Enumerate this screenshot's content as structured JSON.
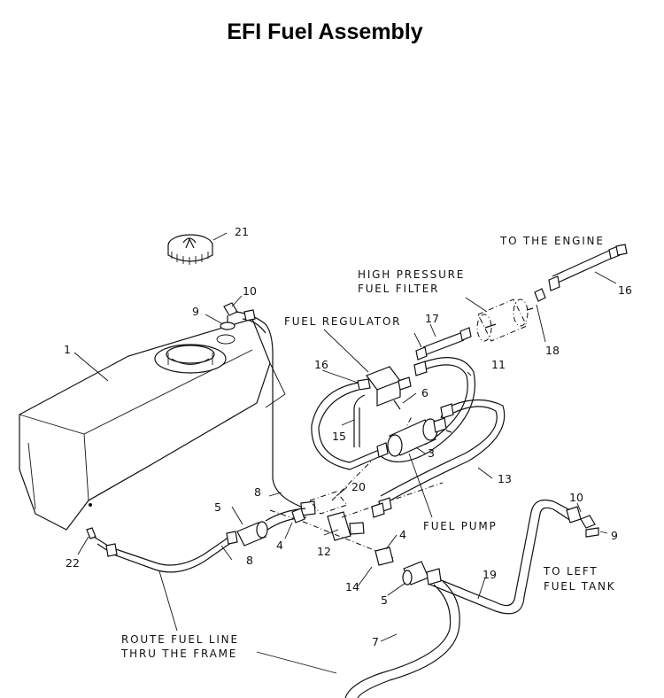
{
  "title": "EFI Fuel Assembly",
  "annotations": {
    "to_engine": "TO THE ENGINE",
    "hp_filter_1": "HIGH PRESSURE",
    "hp_filter_2": "FUEL FILTER",
    "fuel_regulator": "FUEL REGULATOR",
    "fuel_pump": "FUEL PUMP",
    "to_left_1": "TO LEFT",
    "to_left_2": "FUEL TANK",
    "route_1": "ROUTE FUEL LINE",
    "route_2": "THRU THE FRAME"
  },
  "callouts": {
    "c1": "1",
    "c3": "3",
    "c4a": "4",
    "c4b": "4",
    "c5a": "5",
    "c5b": "5",
    "c6": "6",
    "c7": "7",
    "c8a": "8",
    "c8b": "8",
    "c9a": "9",
    "c9b": "9",
    "c10a": "10",
    "c10b": "10",
    "c11": "11",
    "c12": "12",
    "c13": "13",
    "c14": "14",
    "c15": "15",
    "c16a": "16",
    "c16b": "16",
    "c17": "17",
    "c18": "18",
    "c19": "19",
    "c20": "20",
    "c21": "21",
    "c22": "22"
  }
}
